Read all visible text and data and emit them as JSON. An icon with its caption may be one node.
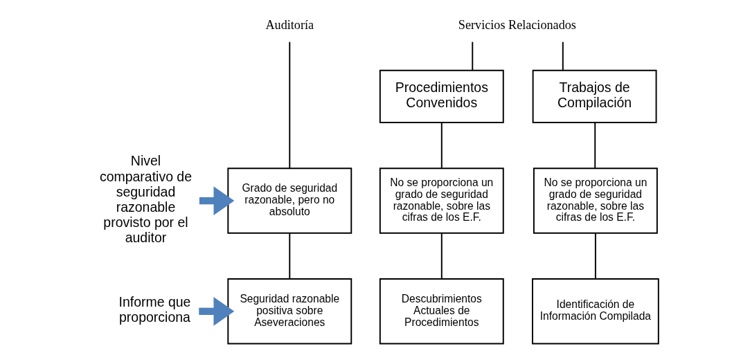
{
  "diagram": {
    "nodes": [
      {
        "text": [
          "Auditoría"
        ]
      },
      {
        "text": [
          "Servicios Relacionados"
        ]
      },
      {
        "text": [
          "Procedimientos Convenidos"
        ]
      },
      {
        "text": [
          "Trabajos de Compilación"
        ]
      },
      {
        "text": [
          "Grado de seguridad razonable, pero no absoluto"
        ]
      },
      {
        "text": [
          "No se proporciona un grado de seguridad razonable, sobre las cifras de los E.F."
        ]
      },
      {
        "text": [
          "No se proporciona un grado de seguridad razonable, sobre las cifras de los E.F."
        ]
      },
      {
        "text": [
          "Seguridad razonable positiva sobre Aseveraciones"
        ]
      },
      {
        "text": [
          "Descubrimientos Actuales de Procedimientos"
        ]
      },
      {
        "text": [
          "Identificación de Información Compilada"
        ]
      },
      {
        "text": [
          "Nivel comparativo de seguridad razonable provisto por el auditor"
        ]
      },
      {
        "text": [
          "Informe que proporciona"
        ]
      }
    ],
    "edges": [
      {
        "from": 0,
        "to": 4,
        "arrow": "none"
      },
      {
        "from": 4,
        "to": 7,
        "arrow": "none"
      },
      {
        "from": 1,
        "to": 2,
        "arrow": "none"
      },
      {
        "from": 1,
        "to": 3,
        "arrow": "none"
      },
      {
        "from": 2,
        "to": 5,
        "arrow": "none"
      },
      {
        "from": 5,
        "to": 8,
        "arrow": "none"
      },
      {
        "from": 3,
        "to": 6,
        "arrow": "none"
      },
      {
        "from": 6,
        "to": 9,
        "arrow": "none"
      },
      {
        "from": 10,
        "to": 4,
        "arrow": "to",
        "style": "thick",
        "color": "#4f81bd"
      },
      {
        "from": 11,
        "to": 7,
        "arrow": "to",
        "style": "thick",
        "color": "#4f81bd"
      }
    ]
  }
}
